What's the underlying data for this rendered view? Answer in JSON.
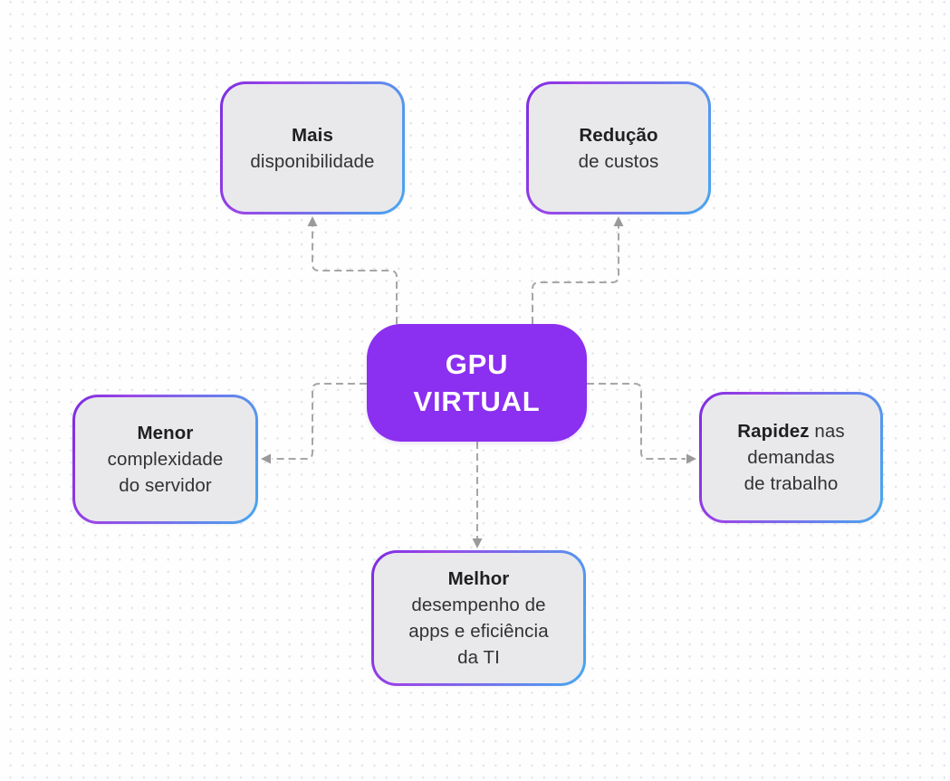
{
  "diagram": {
    "center": {
      "lines": [
        "GPU",
        "VIRTUAL"
      ]
    },
    "nodes": [
      {
        "bold": "Mais",
        "rest": "disponibilidade"
      },
      {
        "bold": "Redução",
        "rest": "de custos"
      },
      {
        "bold": "Menor",
        "rest": "complexidade\ndo servidor"
      },
      {
        "bold": "Rapidez",
        "rest": "nas\ndemandas\nde trabalho"
      },
      {
        "bold": "Melhor",
        "rest": "desempenho de\napps e eficiência\nda TI"
      }
    ],
    "colors": {
      "center_fill": "#8b2ff0",
      "center_text": "#ffffff",
      "node_fill": "#e9e9ec",
      "node_text": "#262626",
      "border_gradient_start": "#7c2be2",
      "border_gradient_end": "#46a8f0",
      "connector": "#a6a6a6",
      "background_dot": "#e4e4e9"
    }
  }
}
